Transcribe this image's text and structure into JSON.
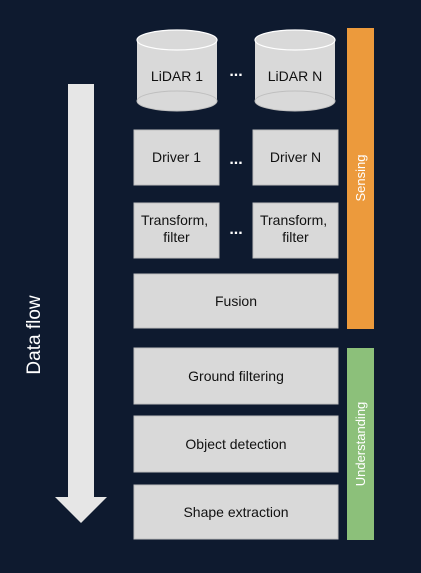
{
  "colors": {
    "background": "#0e1a2f",
    "box_fill": "#d9d9d9",
    "box_stroke": "#bfbfbf",
    "cylinder_fill": "#d9d9d9",
    "arrow_fill": "#e6e6e6",
    "sensing": "#ec9a3c",
    "understanding": "#8cc07a",
    "text_dark": "#111111",
    "text_light": "#ffffff"
  },
  "flow_label": "Data flow",
  "ellipsis": "...",
  "sensors": [
    "LiDAR 1",
    "LiDAR N"
  ],
  "drivers": [
    "Driver 1",
    "Driver N"
  ],
  "transforms": [
    [
      "Transform,",
      "filter"
    ],
    [
      "Transform,",
      "filter"
    ]
  ],
  "fusion": "Fusion",
  "understanding_steps": [
    "Ground filtering",
    "Object detection",
    "Shape extraction"
  ],
  "groups": {
    "sensing": "Sensing",
    "understanding": "Understanding"
  }
}
